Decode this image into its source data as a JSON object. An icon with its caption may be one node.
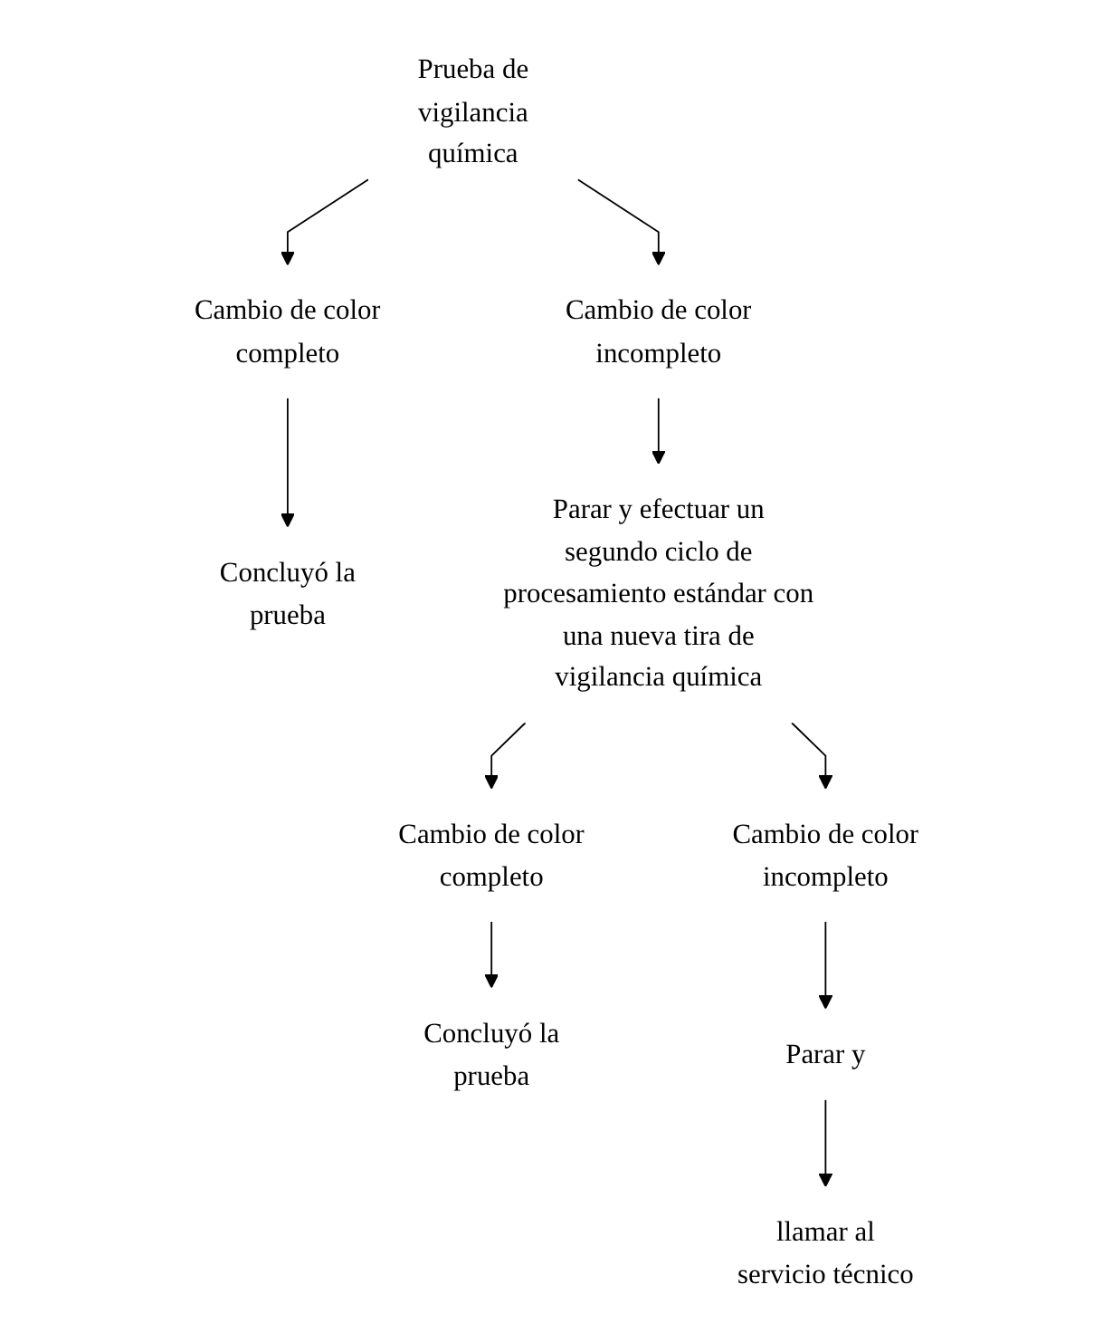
{
  "diagram": {
    "nodes": [
      {
        "text": [
          "Prueba de vigilancia química"
        ]
      },
      {
        "text": [
          "Cambio de color completo"
        ]
      },
      {
        "text": [
          "Cambio de color incompleto"
        ]
      },
      {
        "text": [
          "Concluyó la prueba"
        ]
      },
      {
        "text": [
          "Parar y efectuar un segundo ciclo de procesamiento estándar con una nueva tira de vigilancia química"
        ]
      },
      {
        "text": [
          "Cambio de color completo"
        ]
      },
      {
        "text": [
          "Cambio de color incompleto"
        ]
      },
      {
        "text": [
          "Concluyó la prueba"
        ]
      },
      {
        "text": [
          "Parar y"
        ]
      },
      {
        "text": [
          "llamar al servicio técnico"
        ]
      }
    ],
    "edges": [
      {
        "from": 0,
        "to": 1,
        "arrow": "to"
      },
      {
        "from": 0,
        "to": 2,
        "arrow": "to"
      },
      {
        "from": 1,
        "to": 3,
        "arrow": "to"
      },
      {
        "from": 2,
        "to": 4,
        "arrow": "to"
      },
      {
        "from": 4,
        "to": 5,
        "arrow": "to"
      },
      {
        "from": 4,
        "to": 6,
        "arrow": "to"
      },
      {
        "from": 5,
        "to": 7,
        "arrow": "to"
      },
      {
        "from": 6,
        "to": 8,
        "arrow": "to"
      },
      {
        "from": 8,
        "to": 9,
        "arrow": "to"
      }
    ]
  }
}
